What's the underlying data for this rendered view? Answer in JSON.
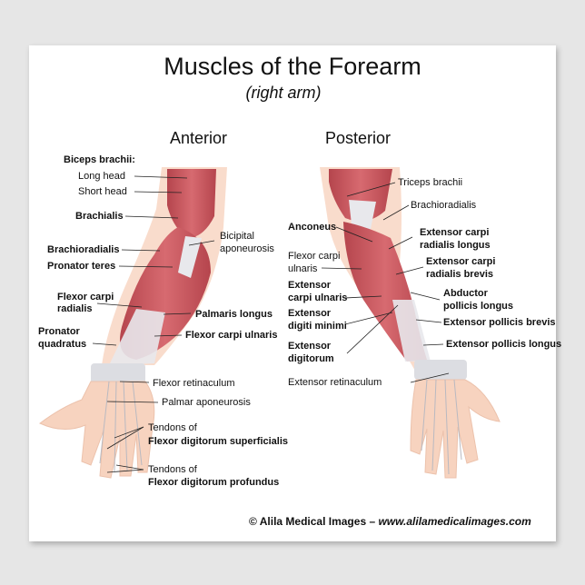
{
  "title": "Muscles of the Forearm",
  "subtitle": "(right arm)",
  "views": {
    "anterior": "Anterior",
    "posterior": "Posterior"
  },
  "anterior_labels": {
    "biceps": "Biceps brachii:",
    "long_head": "Long head",
    "short_head": "Short head",
    "brachialis": "Brachialis",
    "brachioradialis": "Brachioradialis",
    "pronator_teres": "Pronator teres",
    "flexor_carpi_radialis_1": "Flexor carpi",
    "flexor_carpi_radialis_2": "radialis",
    "pronator_quadratus_1": "Pronator",
    "pronator_quadratus_2": "quadratus",
    "bicipital_1": "Bicipital",
    "bicipital_2": "aponeurosis",
    "palmaris_longus": "Palmaris longus",
    "flexor_carpi_ulnaris": "Flexor carpi ulnaris",
    "flexor_retinaculum": "Flexor retinaculum",
    "palmar_aponeurosis": "Palmar aponeurosis",
    "tendons_1": "Tendons of",
    "fds": "Flexor digitorum superficialis",
    "tendons_2": "Tendons of",
    "fdp": "Flexor digitorum profundus"
  },
  "posterior_labels": {
    "triceps": "Triceps brachii",
    "brachioradialis": "Brachioradialis",
    "anconeus": "Anconeus",
    "fcu_1": "Flexor carpi",
    "fcu_2": "ulnaris",
    "ecu_1": "Extensor",
    "ecu_2": "carpi ulnaris",
    "edm_1": "Extensor",
    "edm_2": "digiti minimi",
    "ed_1": "Extensor",
    "ed_2": "digitorum",
    "extensor_retinaculum": "Extensor retinaculum",
    "ecrl_1": "Extensor carpi",
    "ecrl_2": "radialis longus",
    "ecrb_1": "Extensor carpi",
    "ecrb_2": "radialis brevis",
    "apl_1": "Abductor",
    "apl_2": "pollicis longus",
    "epb": "Extensor pollicis brevis",
    "epl": "Extensor pollicis longus"
  },
  "footer": {
    "copyright": "© Alila Medical Images",
    "separator": " – ",
    "url": "www.alilamedicalimages.com"
  },
  "colors": {
    "muscle": "#c4555c",
    "muscle_light": "#d9858a",
    "skin": "#f7d3bf",
    "tendon": "#e8e8ec",
    "bone": "#f3dcc8"
  }
}
